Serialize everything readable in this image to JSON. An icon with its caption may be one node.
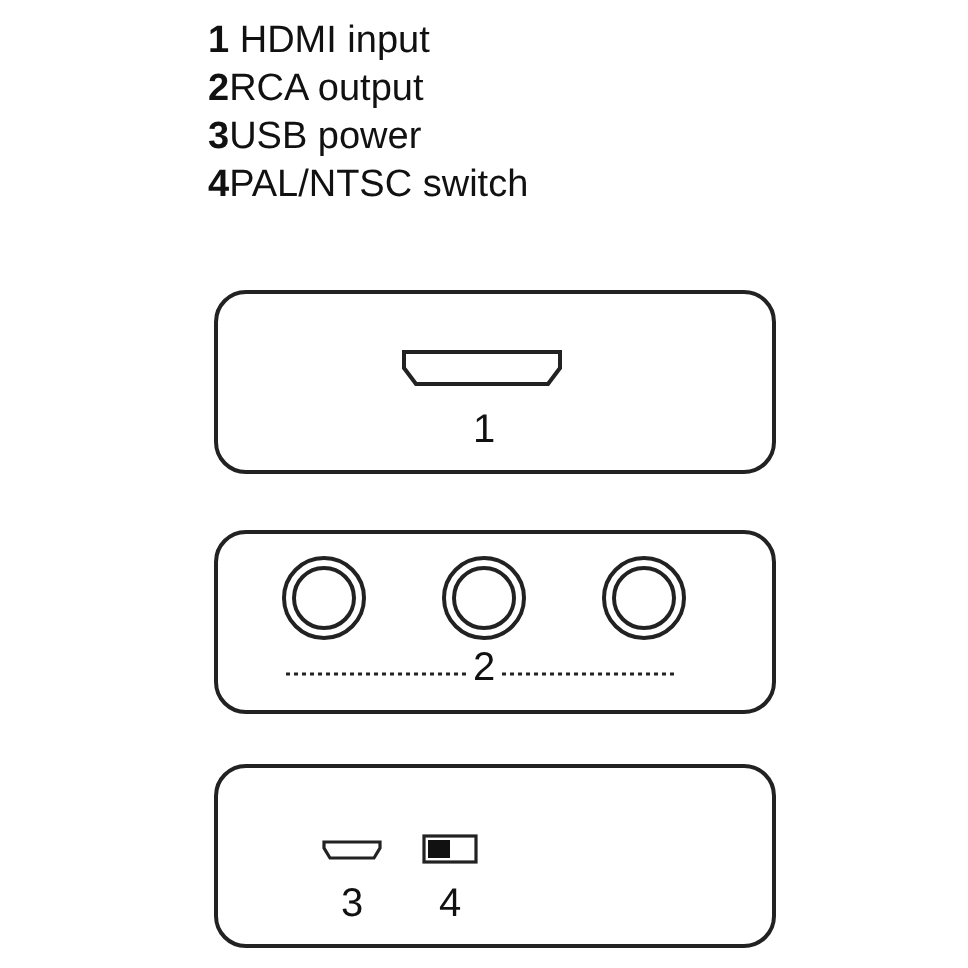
{
  "diagram": {
    "nodes": [
      {
        "text": [
          "1"
        ]
      },
      {
        "text": [
          "2"
        ]
      },
      {
        "text": [
          "3",
          "4"
        ]
      }
    ],
    "labels": [
      "**1** HDMI input",
      "**2**RCA output",
      "**3**USB power",
      "**4**PAL/NTSC switch"
    ]
  }
}
